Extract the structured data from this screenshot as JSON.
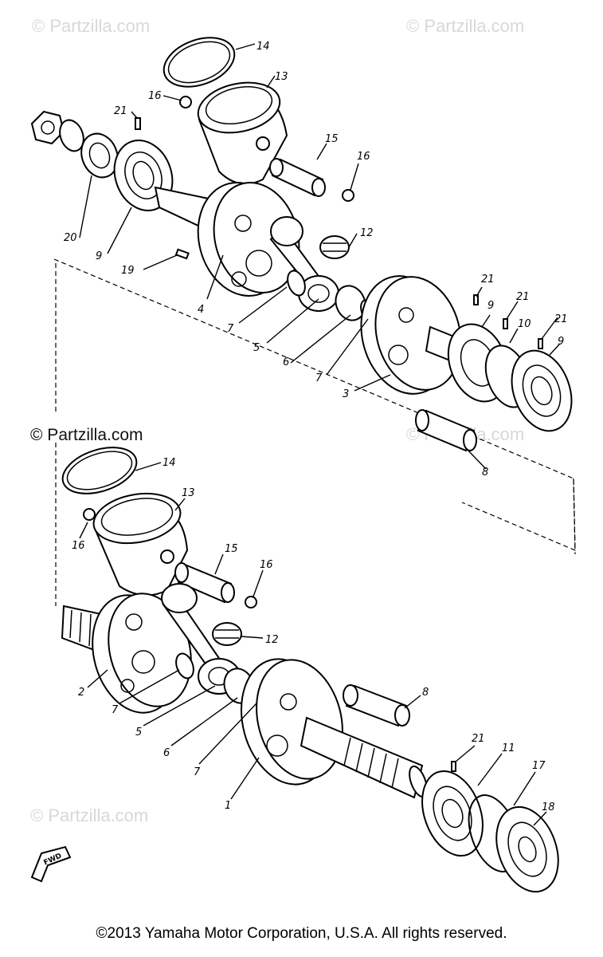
{
  "watermarks": {
    "top_left": "© Partzilla.com",
    "top_right": "© Partzilla.com",
    "middle_left": "© Partzilla.com",
    "middle_right": "© Partzilla.com",
    "bottom_left": "© Partzilla.com"
  },
  "callouts": {
    "c14_top": "14",
    "c13_top": "13",
    "c16_top_a": "16",
    "c21_top": "21",
    "c15_top": "15",
    "c16_top_b": "16",
    "c20": "20",
    "c9_top_left": "9",
    "c12_top": "12",
    "c19": "19",
    "c4": "4",
    "c7_top_a": "7",
    "c5_top": "5",
    "c6_top": "6",
    "c7_top_b": "7",
    "c3": "3",
    "c21_top_b": "21",
    "c9_top_b": "9",
    "c21_top_c": "21",
    "c10": "10",
    "c21_top_d": "21",
    "c9_top_c": "9",
    "c8_top": "8",
    "c14_bot": "14",
    "c13_bot": "13",
    "c16_bot_a": "16",
    "c15_bot": "15",
    "c16_bot_b": "16",
    "c12_bot": "12",
    "c2": "2",
    "c7_bot_a": "7",
    "c5_bot": "5",
    "c6_bot": "6",
    "c7_bot_b": "7",
    "c1": "1",
    "c8_bot": "8",
    "c21_bot": "21",
    "c11": "11",
    "c17": "17",
    "c18": "18"
  },
  "fwd_marker": "FWD",
  "copyright": "©2013 Yamaha Motor Corporation, U.S.A. All rights reserved."
}
